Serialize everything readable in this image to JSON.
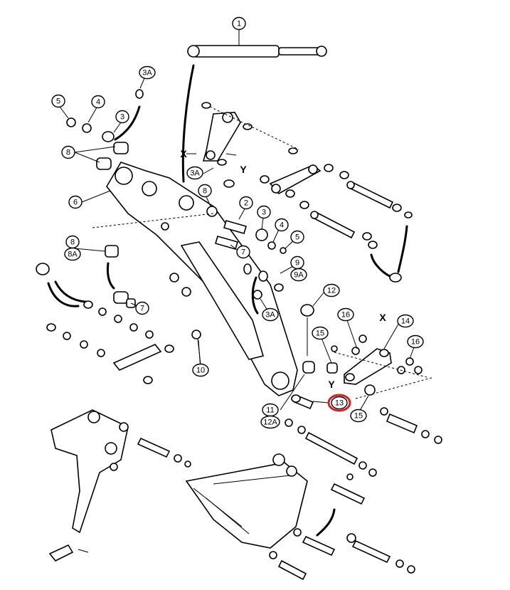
{
  "diagram": {
    "callouts": [
      {
        "id": "c1",
        "label": "1"
      },
      {
        "id": "c3a-top",
        "label": "3A"
      },
      {
        "id": "c5-left",
        "label": "5"
      },
      {
        "id": "c4-left",
        "label": "4"
      },
      {
        "id": "c3-left",
        "label": "3"
      },
      {
        "id": "c8-top",
        "label": "8"
      },
      {
        "id": "c6",
        "label": "6"
      },
      {
        "id": "c3a-mid",
        "label": "3A"
      },
      {
        "id": "c8-mid",
        "label": "8"
      },
      {
        "id": "c2",
        "label": "2"
      },
      {
        "id": "c3-mid",
        "label": "3"
      },
      {
        "id": "c4-mid",
        "label": "4"
      },
      {
        "id": "c5-mid",
        "label": "5"
      },
      {
        "id": "c7-upper",
        "label": "7"
      },
      {
        "id": "c8-lower",
        "label": "8"
      },
      {
        "id": "c8a",
        "label": "8A"
      },
      {
        "id": "c9",
        "label": "9"
      },
      {
        "id": "c9a",
        "label": "9A"
      },
      {
        "id": "c7-lower",
        "label": "7"
      },
      {
        "id": "c12",
        "label": "12"
      },
      {
        "id": "c3a-low",
        "label": "3A"
      },
      {
        "id": "c16-left",
        "label": "16"
      },
      {
        "id": "c14",
        "label": "14"
      },
      {
        "id": "c15-top",
        "label": "15"
      },
      {
        "id": "c16-right",
        "label": "16"
      },
      {
        "id": "c10",
        "label": "10"
      },
      {
        "id": "c11",
        "label": "11"
      },
      {
        "id": "c13",
        "label": "13"
      },
      {
        "id": "c12a",
        "label": "12A"
      },
      {
        "id": "c15-bottom",
        "label": "15"
      }
    ],
    "markers": [
      {
        "id": "x-left",
        "label": "X"
      },
      {
        "id": "y-top",
        "label": "Y"
      },
      {
        "id": "x-right",
        "label": "X"
      },
      {
        "id": "y-bottom",
        "label": "Y"
      }
    ],
    "highlight_color": "#d62020",
    "highlighted_callout": "13"
  }
}
